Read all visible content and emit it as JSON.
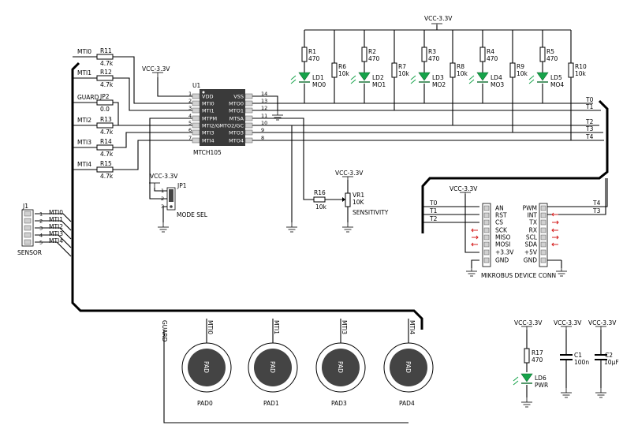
{
  "chip": {
    "ref": "U1",
    "name": "MTCH105",
    "left_pins": [
      "VDD",
      "MTI0",
      "MTI1",
      "MTPM",
      "MTI2/G",
      "MTI3",
      "MTI4"
    ],
    "left_nums": [
      "1",
      "2",
      "3",
      "4",
      "5",
      "6",
      "7"
    ],
    "right_pins": [
      "VSS",
      "MTO0",
      "MTO1",
      "MTSA",
      "MTO2/GC",
      "MTO3",
      "MTO4"
    ],
    "right_nums": [
      "14",
      "13",
      "12",
      "11",
      "10",
      "9",
      "8"
    ]
  },
  "vcc": {
    "label": "VCC-3.3V"
  },
  "inputs": [
    {
      "net": "MTI0",
      "ref": "R11",
      "val": "4.7k"
    },
    {
      "net": "MTI1",
      "ref": "R12",
      "val": "4.7k"
    },
    {
      "net": "GUARD",
      "ref": "JP2",
      "val": "0.0"
    },
    {
      "net": "MTI2",
      "ref": "R13",
      "val": "4.7k"
    },
    {
      "net": "MTI3",
      "ref": "R14",
      "val": "4.7k"
    },
    {
      "net": "MTI4",
      "ref": "R15",
      "val": "4.7k"
    }
  ],
  "leds": [
    {
      "r": "R1",
      "rv": "470",
      "d": "LD1",
      "net": "MO0"
    },
    {
      "r": "R2",
      "rv": "470",
      "d": "LD2",
      "net": "MO1"
    },
    {
      "r": "R3",
      "rv": "470",
      "d": "LD3",
      "net": "MO2"
    },
    {
      "r": "R4",
      "rv": "470",
      "d": "LD4",
      "net": "MO3"
    },
    {
      "r": "R5",
      "rv": "470",
      "d": "LD5",
      "net": "MO4"
    }
  ],
  "pullups": [
    {
      "r": "R6",
      "v": "10k"
    },
    {
      "r": "R7",
      "v": "10k"
    },
    {
      "r": "R8",
      "v": "10k"
    },
    {
      "r": "R9",
      "v": "10k"
    },
    {
      "r": "R10",
      "v": "10k"
    }
  ],
  "trunk_labels": [
    "T0",
    "T1",
    "T2",
    "T3",
    "T4"
  ],
  "jp1": {
    "ref": "JP1",
    "pins": [
      "1",
      "2",
      "3"
    ],
    "label": "MODE SEL"
  },
  "sens": {
    "r": "R16",
    "rv": "10k",
    "vr": "VR1",
    "vrv": "10K",
    "label": "SENSITIVITY"
  },
  "j1": {
    "ref": "J1",
    "label": "SENSOR",
    "pins": [
      "1",
      "2",
      "3",
      "4",
      "5"
    ],
    "nets": [
      "MTI0",
      "MTI1",
      "MTI2",
      "MTI3",
      "MTI4"
    ]
  },
  "mikrobus": {
    "title": "MIKROBUS DEVICE CONN",
    "left": [
      "AN",
      "RST",
      "CS",
      "SCK",
      "MISO",
      "MOSI",
      "+3.3V",
      "GND"
    ],
    "right": [
      "PWM",
      "INT",
      "TX",
      "RX",
      "SCL",
      "SDA",
      "+5V",
      "GND"
    ],
    "left_nets": [
      "T0",
      "T1",
      "T2"
    ],
    "right_nets": [
      "T4",
      "T3"
    ]
  },
  "pads": [
    {
      "net": "MTI0",
      "name": "PAD0"
    },
    {
      "net": "MTI1",
      "name": "PAD1"
    },
    {
      "net": "MTI3",
      "name": "PAD3"
    },
    {
      "net": "MTI4",
      "name": "PAD4"
    }
  ],
  "pad_text": "PAD",
  "guard_label": "GUARD",
  "power": {
    "r": "R17",
    "rv": "470",
    "led": "LD6",
    "led_label": "PWR",
    "c1": "C1",
    "c1v": "100n",
    "c2": "C2",
    "c2v": "10µF"
  }
}
